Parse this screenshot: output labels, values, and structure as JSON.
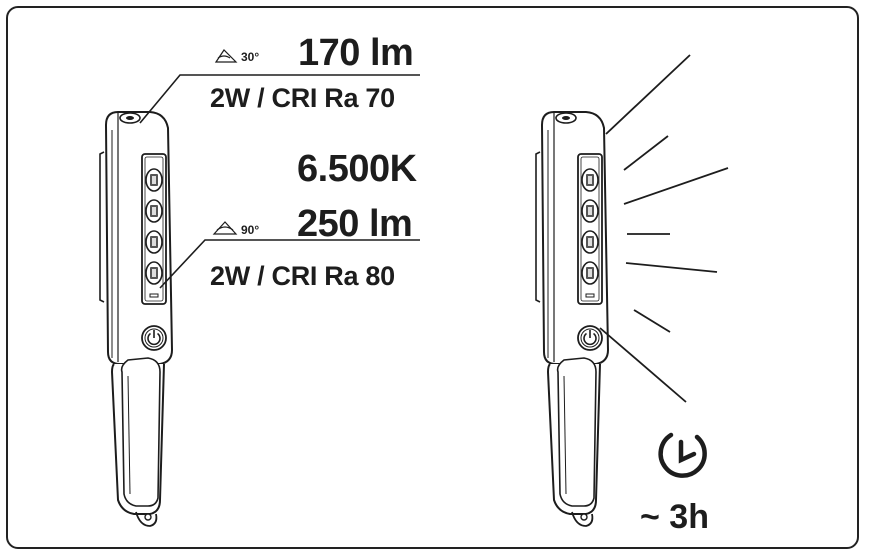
{
  "spec": {
    "spot": {
      "angle": "30°",
      "lumen": "170 lm",
      "power": "2W / CRI Ra 70"
    },
    "color_temp": "6.500K",
    "flood": {
      "angle": "90°",
      "lumen": "250 lm",
      "power": "2W / CRI Ra 80"
    }
  },
  "runtime": {
    "label": "~ 3h",
    "icon": "clock-icon"
  },
  "icons": {
    "beam_angle": "beam-angle-icon",
    "power": "power-icon"
  },
  "colors": {
    "line": "#1d1d1d",
    "background": "#ffffff",
    "led": "#555555"
  }
}
